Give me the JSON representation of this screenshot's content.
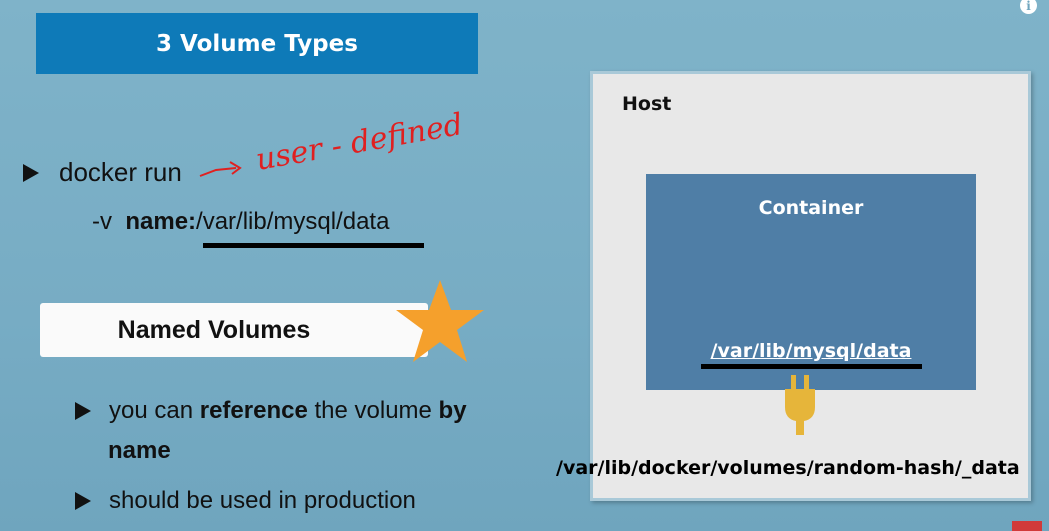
{
  "title": "3 Volume Types",
  "bullet1": "docker run",
  "command": {
    "flag": "-v",
    "name_part": "name:",
    "path_part": "/var/lib/mysql/data"
  },
  "handwritten_note": "user - defined",
  "named_box": "Named Volumes",
  "bullet2": {
    "pre": "you can ",
    "bold1": "reference",
    "mid": " the volume ",
    "bold2": "by",
    "cont": "name"
  },
  "bullet3": "should be used in production",
  "host": {
    "label": "Host",
    "container_label": "Container",
    "container_path": "/var/lib/mysql/data",
    "host_path": "/var/lib/docker/volumes/random-hash/_data"
  },
  "colors": {
    "title_bg": "#0e7ab8",
    "container_bg": "#4f7ea6",
    "star": "#f5a02c",
    "plug": "#e6b53a",
    "handwriting": "#e02020"
  },
  "icons": {
    "info": "info-icon",
    "star": "star-icon",
    "plug": "plug-icon"
  }
}
